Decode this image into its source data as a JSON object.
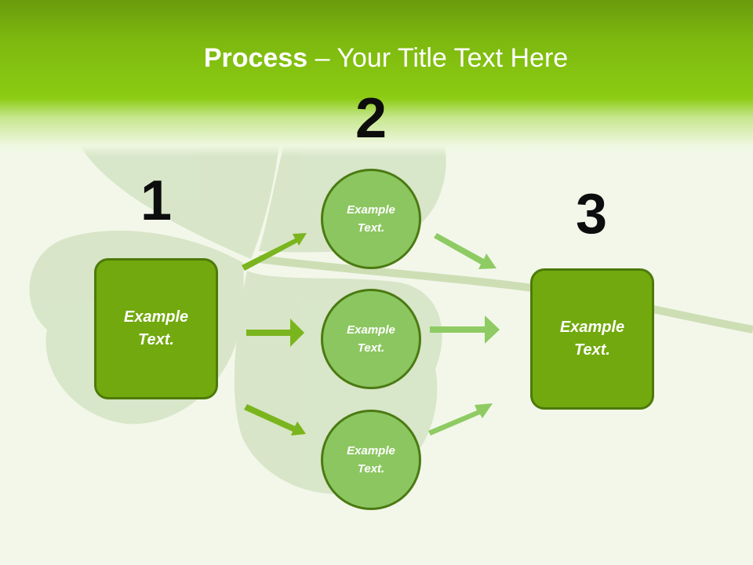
{
  "title": {
    "bold": "Process",
    "rest": " – Your Title Text Here"
  },
  "steps": {
    "one": {
      "number": "1",
      "text": "Example Text."
    },
    "two": {
      "number": "2",
      "items": [
        {
          "text": "Example Text."
        },
        {
          "text": "Example Text."
        },
        {
          "text": "Example Text."
        }
      ]
    },
    "three": {
      "number": "3",
      "text": "Example Text."
    }
  },
  "colors": {
    "header": "#7db80f",
    "box_fill": "#72a90e",
    "circle_fill": "#8cc661",
    "arrow_dark": "#7ab51d",
    "arrow_light": "#8ecb63"
  },
  "icons": {
    "background": "four-leaf-clover-image"
  }
}
